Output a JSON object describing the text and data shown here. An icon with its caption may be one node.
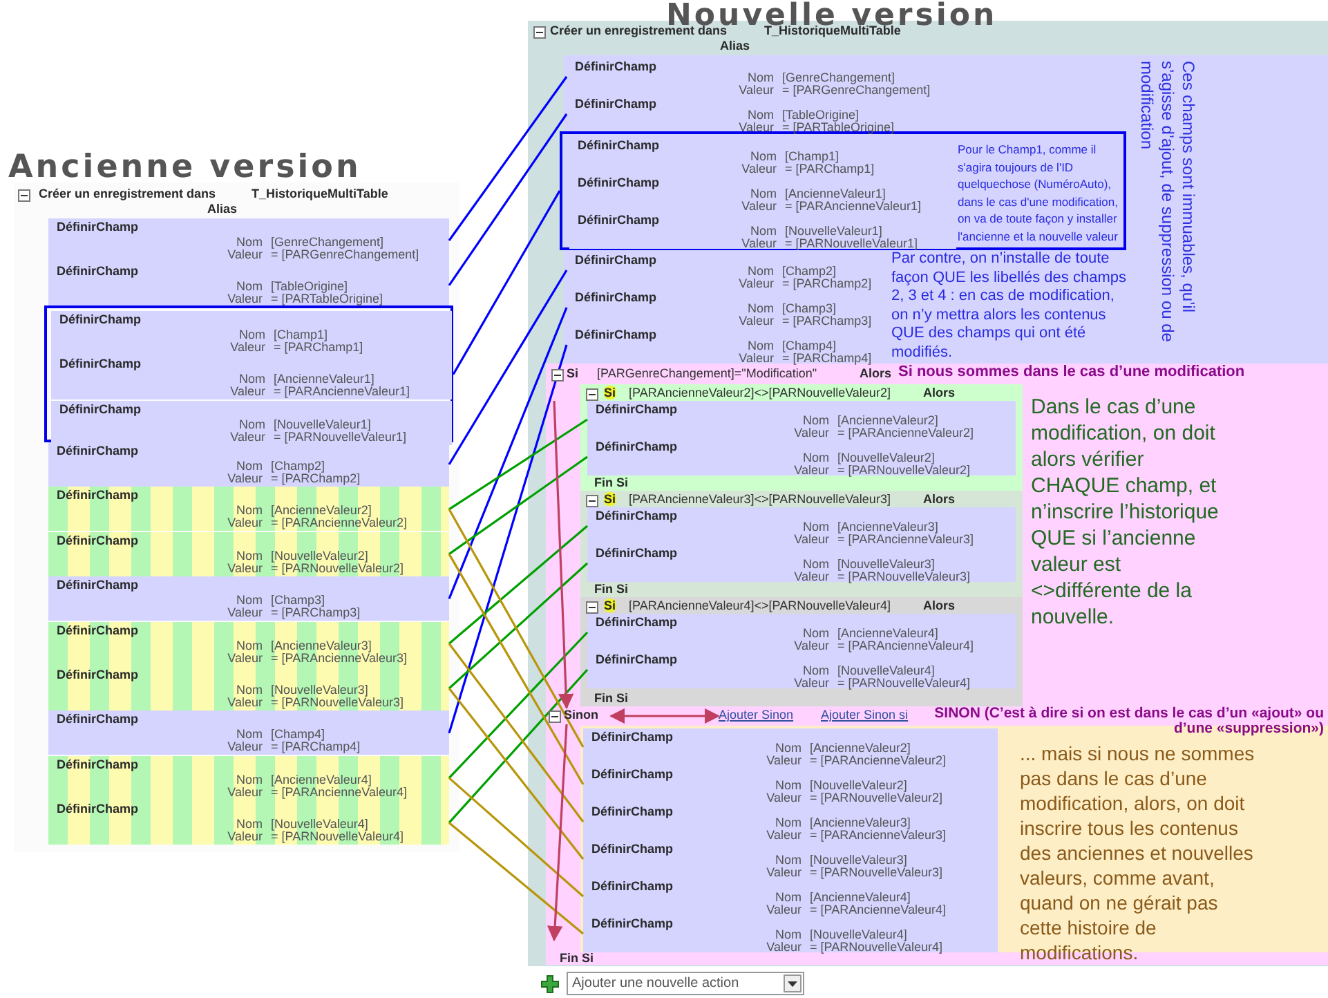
{
  "diagram": {
    "nodes": [
      {
        "text": [
          "Créer un enregistrement dans",
          "T_HistoriqueMultiTable",
          "Alias"
        ]
      },
      {
        "text": [
          "DéfinirChamp",
          "Nom",
          "[GenreChangement]",
          "Valeur",
          "= [PARGenreChangement]"
        ],
        "in": 0
      },
      {
        "text": [
          "DéfinirChamp",
          "Nom",
          "[TableOrigine]",
          "Valeur",
          "= [PARTableOrigine]"
        ],
        "in": 0
      },
      {
        "text": [],
        "shape": "box",
        "in": 0
      },
      {
        "text": [
          "DéfinirChamp",
          "Nom",
          "[Champ1]",
          "Valeur",
          "= [PARChamp1]"
        ],
        "in": 3
      },
      {
        "text": [
          "DéfinirChamp",
          "Nom",
          "[AncienneValeur1]",
          "Valeur",
          "= [PARAncienneValeur1]"
        ],
        "in": 3
      },
      {
        "text": [
          "DéfinirChamp",
          "Nom",
          "[NouvelleValeur1]",
          "Valeur",
          "= [PARNouvelleValeur1]"
        ],
        "in": 3
      },
      {
        "text": [
          "DéfinirChamp",
          "Nom",
          "[Champ2]",
          "Valeur",
          "= [PARChamp2]"
        ],
        "in": 0
      },
      {
        "text": [
          "DéfinirChamp",
          "Nom",
          "[AncienneValeur2]",
          "Valeur",
          "= [PARAncienneValeur2]"
        ],
        "in": 0
      },
      {
        "text": [
          "DéfinirChamp",
          "Nom",
          "[NouvelleValeur2]",
          "Valeur",
          "= [PARNouvelleValeur2]"
        ],
        "in": 0
      },
      {
        "text": [
          "DéfinirChamp",
          "Nom",
          "[Champ3]",
          "Valeur",
          "= [PARChamp3]"
        ],
        "in": 0
      },
      {
        "text": [
          "DéfinirChamp",
          "Nom",
          "[AncienneValeur3]",
          "Valeur",
          "= [PARAncienneValeur3]"
        ],
        "in": 0
      },
      {
        "text": [
          "DéfinirChamp",
          "Nom",
          "[NouvelleValeur3]",
          "Valeur",
          "= [PARNouvelleValeur3]"
        ],
        "in": 0
      },
      {
        "text": [
          "DéfinirChamp",
          "Nom",
          "[Champ4]",
          "Valeur",
          "= [PARChamp4]"
        ],
        "in": 0
      },
      {
        "text": [
          "DéfinirChamp",
          "Nom",
          "[AncienneValeur4]",
          "Valeur",
          "= [PARAncienneValeur4]"
        ],
        "in": 0
      },
      {
        "text": [
          "DéfinirChamp",
          "Nom",
          "[NouvelleValeur4]",
          "Valeur",
          "= [PARNouvelleValeur4]"
        ],
        "in": 0
      },
      {
        "text": [
          "Créer un enregistrement dans",
          "T_HistoriqueMultiTable",
          "Alias"
        ]
      },
      {
        "text": [
          "DéfinirChamp",
          "Nom",
          "[GenreChangement]",
          "Valeur",
          "= [PARGenreChangement]"
        ],
        "in": 16
      },
      {
        "text": [
          "DéfinirChamp",
          "Nom",
          "[TableOrigine]",
          "Valeur",
          "= [PARTableOrigine]"
        ],
        "in": 16
      },
      {
        "text": [
          "Pour le Champ1, comme il s'agira toujours de l'ID quelquechose (NuméroAuto), dans le cas d'une modification, on va de toute façon y installer l'ancienne et la nouvelle valeur"
        ],
        "in": 16
      },
      {
        "text": [
          "DéfinirChamp",
          "Nom",
          "[Champ1]",
          "Valeur",
          "= [PARChamp1]"
        ],
        "in": 19
      },
      {
        "text": [
          "DéfinirChamp",
          "Nom",
          "[AncienneValeur1]",
          "Valeur",
          "= [PARAncienneValeur1]"
        ],
        "in": 19
      },
      {
        "text": [
          "DéfinirChamp",
          "Nom",
          "[NouvelleValeur1]",
          "Valeur",
          "= [PARNouvelleValeur1]"
        ],
        "in": 19
      },
      {
        "text": [
          "DéfinirChamp",
          "Nom",
          "[Champ2]",
          "Valeur",
          "= [PARChamp2]"
        ],
        "in": 16
      },
      {
        "text": [
          "DéfinirChamp",
          "Nom",
          "[Champ3]",
          "Valeur",
          "= [PARChamp3]"
        ],
        "in": 16
      },
      {
        "text": [
          "DéfinirChamp",
          "Nom",
          "[Champ4]",
          "Valeur",
          "= [PARChamp4]"
        ],
        "in": 16
      },
      {
        "text": [
          "Si",
          "[PARGenreChangement]=\"Modification\"",
          "Alors",
          "Fin Si"
        ],
        "beside": [
          "Si nous sommes dans le cas d’une modification"
        ],
        "in": 16
      },
      {
        "text": [
          "Si",
          "[PARAncienneValeur2]<>[PARNouvelleValeur2]",
          "Alors",
          "Fin Si"
        ],
        "in": 26
      },
      {
        "text": [
          "DéfinirChamp",
          "Nom",
          "[AncienneValeur2]",
          "Valeur",
          "= [PARAncienneValeur2]"
        ],
        "in": 27
      },
      {
        "text": [
          "DéfinirChamp",
          "Nom",
          "[NouvelleValeur2]",
          "Valeur",
          "= [PARNouvelleValeur2]"
        ],
        "in": 27
      },
      {
        "text": [
          "Si",
          "[PARAncienneValeur3]<>[PARNouvelleValeur3]",
          "Alors",
          "Fin Si"
        ],
        "in": 26
      },
      {
        "text": [
          "DéfinirChamp",
          "Nom",
          "[AncienneValeur3]",
          "Valeur",
          "= [PARAncienneValeur3]"
        ],
        "in": 30
      },
      {
        "text": [
          "DéfinirChamp",
          "Nom",
          "[NouvelleValeur3]",
          "Valeur",
          "= [PARNouvelleValeur3]"
        ],
        "in": 30
      },
      {
        "text": [
          "Si",
          "[PARAncienneValeur4]<>[PARNouvelleValeur4]",
          "Alors",
          "Fin Si"
        ],
        "in": 26
      },
      {
        "text": [
          "DéfinirChamp",
          "Nom",
          "[AncienneValeur4]",
          "Valeur",
          "= [PARAncienneValeur4]"
        ],
        "in": 33
      },
      {
        "text": [
          "DéfinirChamp",
          "Nom",
          "[NouvelleValeur4]",
          "Valeur",
          "= [PARNouvelleValeur4]"
        ],
        "in": 33
      },
      {
        "text": [
          "Sinon"
        ],
        "in": 26
      },
      {
        "text": [
          "Ajouter Sinon"
        ],
        "in": 26
      },
      {
        "text": [
          "DéfinirChamp",
          "Nom",
          "[AncienneValeur2]",
          "Valeur",
          "= [PARAncienneValeur2]"
        ],
        "in": 26
      },
      {
        "text": [
          "DéfinirChamp",
          "Nom",
          "[NouvelleValeur2]",
          "Valeur",
          "= [PARNouvelleValeur2]"
        ],
        "in": 26
      },
      {
        "text": [
          "DéfinirChamp",
          "Nom",
          "[AncienneValeur3]",
          "Valeur",
          "= [PARAncienneValeur3]"
        ],
        "in": 26
      },
      {
        "text": [
          "DéfinirChamp",
          "Nom",
          "[NouvelleValeur3]",
          "Valeur",
          "= [PARNouvelleValeur3]"
        ],
        "in": 26
      },
      {
        "text": [
          "DéfinirChamp",
          "Nom",
          "[AncienneValeur4]",
          "Valeur",
          "= [PARAncienneValeur4]"
        ],
        "in": 26
      },
      {
        "text": [
          "DéfinirChamp",
          "Nom",
          "[NouvelleValeur4]",
          "Valeur",
          "= [PARNouvelleValeur4]"
        ],
        "in": 26
      }
    ],
    "edges": [
      {
        "from": 1,
        "to": 17,
        "arrow": "none",
        "color": "#0000ff"
      },
      {
        "from": 2,
        "to": 18,
        "arrow": "none",
        "color": "#0000ff"
      },
      {
        "from": 3,
        "to": 19,
        "arrow": "none",
        "color": "#0000ff"
      },
      {
        "from": 7,
        "to": 23,
        "arrow": "none",
        "color": "#0000ff"
      },
      {
        "from": 10,
        "to": 24,
        "arrow": "none",
        "color": "#0000ff"
      },
      {
        "from": 13,
        "to": 25,
        "arrow": "none",
        "color": "#0000ff"
      },
      {
        "from": 8,
        "to": 28,
        "arrow": "none",
        "color": "#00a000"
      },
      {
        "from": 9,
        "to": 29,
        "arrow": "none",
        "color": "#00a000"
      },
      {
        "from": 11,
        "to": 31,
        "arrow": "none",
        "color": "#00a000"
      },
      {
        "from": 12,
        "to": 32,
        "arrow": "none",
        "color": "#00a000"
      },
      {
        "from": 14,
        "to": 34,
        "arrow": "none",
        "color": "#00a000"
      },
      {
        "from": 15,
        "to": 35,
        "arrow": "none",
        "color": "#00a000"
      },
      {
        "from": 8,
        "to": 38,
        "arrow": "none",
        "color": "#b8960a"
      },
      {
        "from": 9,
        "to": 39,
        "arrow": "none",
        "color": "#b8960a"
      },
      {
        "from": 11,
        "to": 40,
        "arrow": "none",
        "color": "#b8960a"
      },
      {
        "from": 12,
        "to": 41,
        "arrow": "none",
        "color": "#b8960a"
      },
      {
        "from": 14,
        "to": 42,
        "arrow": "none",
        "color": "#b8960a"
      },
      {
        "from": 15,
        "to": 43,
        "arrow": "none",
        "color": "#b8960a"
      },
      {
        "from": 36,
        "to": 37,
        "arrow": "both",
        "color": "#c04060"
      },
      {
        "from": null,
        "to": 36,
        "arrow": "to",
        "color": "#c04060"
      },
      {
        "from": 36,
        "to": null,
        "arrow": "to",
        "color": "#c04060"
      }
    ],
    "labels": [
      "Ancienne version",
      "Nouvelle version",
      "Ces champs sont immuables, qu’il s’agisse d’ajout, de suppression ou de modification",
      "Par contre, on n’installe de toute façon QUE les libellés des champs 2, 3 et 4 : en cas de modification, on n’y mettra alors les contenus QUE des champs qui ont été modifiés.",
      "Dans le cas d’une modification, on doit alors vérifier CHAQUE champ, et n’inscrire l’historique QUE si l’ancienne valeur est <>différente de la nouvelle.",
      "Ajouter Sinon si",
      "SINON (C’est à dire si on est dans le cas d’un «ajout» ou d’une «suppression»)",
      "... mais si nous ne sommes pas dans le cas d’une modification, alors, on doit inscrire tous les contenus des anciennes et nouvelles valeurs, comme avant, quand on ne gérait pas cette histoire de modifications.",
      "Ajouter une nouvelle action"
    ]
  }
}
